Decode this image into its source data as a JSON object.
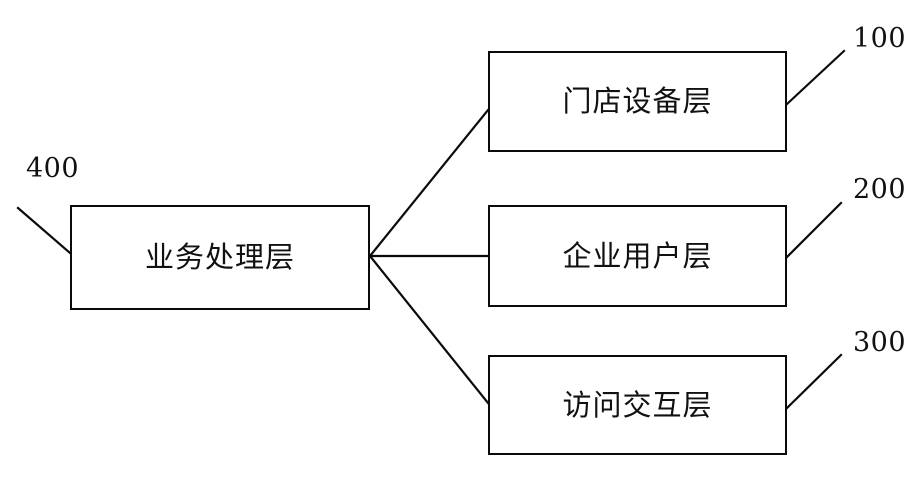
{
  "diagram": {
    "type": "block-diagram",
    "title": "",
    "background_color": "#ffffff",
    "line_color": "#0a0a0a",
    "box_fill_color": "#ffffff",
    "nodes": [
      {
        "id": "business",
        "label": "业务处理层",
        "ref": "400",
        "ref_position": "top-left"
      },
      {
        "id": "store",
        "label": "门店设备层",
        "ref": "100",
        "ref_position": "top-right"
      },
      {
        "id": "enterprise",
        "label": "企业用户层",
        "ref": "200",
        "ref_position": "top-right"
      },
      {
        "id": "access",
        "label": "访问交互层",
        "ref": "300",
        "ref_position": "top-right"
      }
    ],
    "connections": [
      {
        "from": "business",
        "to": "store",
        "style": "diagonal-up"
      },
      {
        "from": "business",
        "to": "enterprise",
        "style": "horizontal"
      },
      {
        "from": "business",
        "to": "access",
        "style": "diagonal-down"
      }
    ]
  }
}
